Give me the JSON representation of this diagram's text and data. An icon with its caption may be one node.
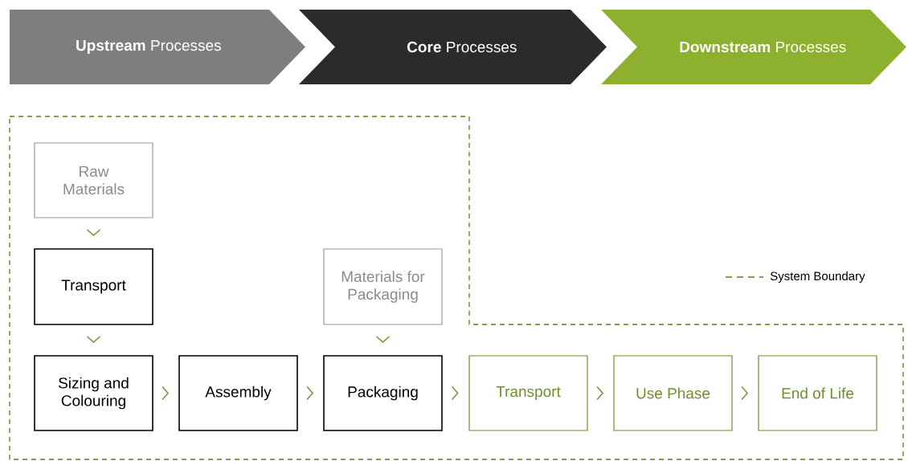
{
  "diagram": {
    "nodes": [
      {
        "text": [
          "**Upstream** Processes"
        ]
      },
      {
        "text": [
          "**Core** Processes"
        ]
      },
      {
        "text": [
          "**Downstream** Processes"
        ]
      },
      {
        "text": [
          "Raw Materials"
        ]
      },
      {
        "text": [
          "Transport"
        ]
      },
      {
        "text": [
          "Sizing and Colouring"
        ]
      },
      {
        "text": [
          "Assembly"
        ]
      },
      {
        "text": [
          "Materials for Packaging"
        ]
      },
      {
        "text": [
          "Packaging"
        ]
      },
      {
        "text": [
          "Transport"
        ]
      },
      {
        "text": [
          "Use Phase"
        ]
      },
      {
        "text": [
          "End of Life"
        ]
      }
    ],
    "edges": [
      {
        "from": 3,
        "to": 4,
        "arrow": "to"
      },
      {
        "from": 4,
        "to": 5,
        "arrow": "to"
      },
      {
        "from": 5,
        "to": 6,
        "arrow": "to"
      },
      {
        "from": 6,
        "to": 8,
        "arrow": "to"
      },
      {
        "from": 7,
        "to": 8,
        "arrow": "to"
      },
      {
        "from": 8,
        "to": 9,
        "arrow": "to"
      },
      {
        "from": 9,
        "to": 10,
        "arrow": "to"
      },
      {
        "from": 10,
        "to": 11,
        "arrow": "to"
      }
    ],
    "legend": [
      {
        "text": "System Boundary"
      }
    ]
  }
}
